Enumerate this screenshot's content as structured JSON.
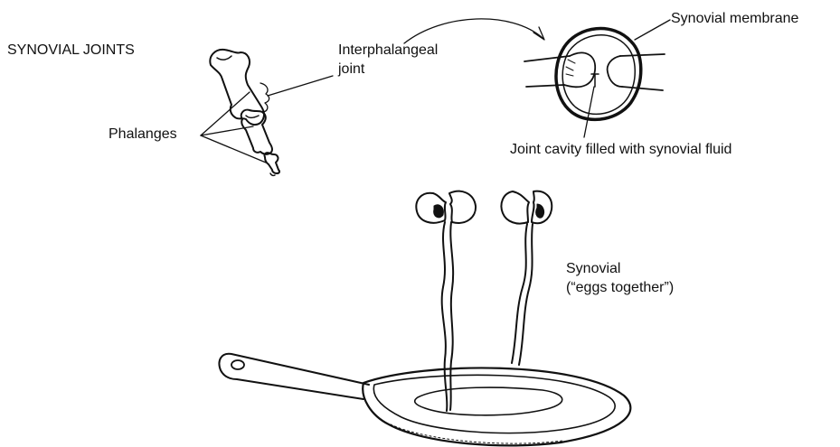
{
  "title": "SYNOVIAL JOINTS",
  "labels": {
    "phalanges": "Phalanges",
    "interphalangeal_line1": "Interphalangeal",
    "interphalangeal_line2": "joint",
    "synovial_membrane": "Synovial membrane",
    "joint_cavity": "Joint cavity filled with synovial fluid",
    "mnemonic_line1": "Synovial",
    "mnemonic_line2": "(“eggs together”)"
  },
  "colors": {
    "ink": "#111111",
    "background": "#ffffff"
  }
}
